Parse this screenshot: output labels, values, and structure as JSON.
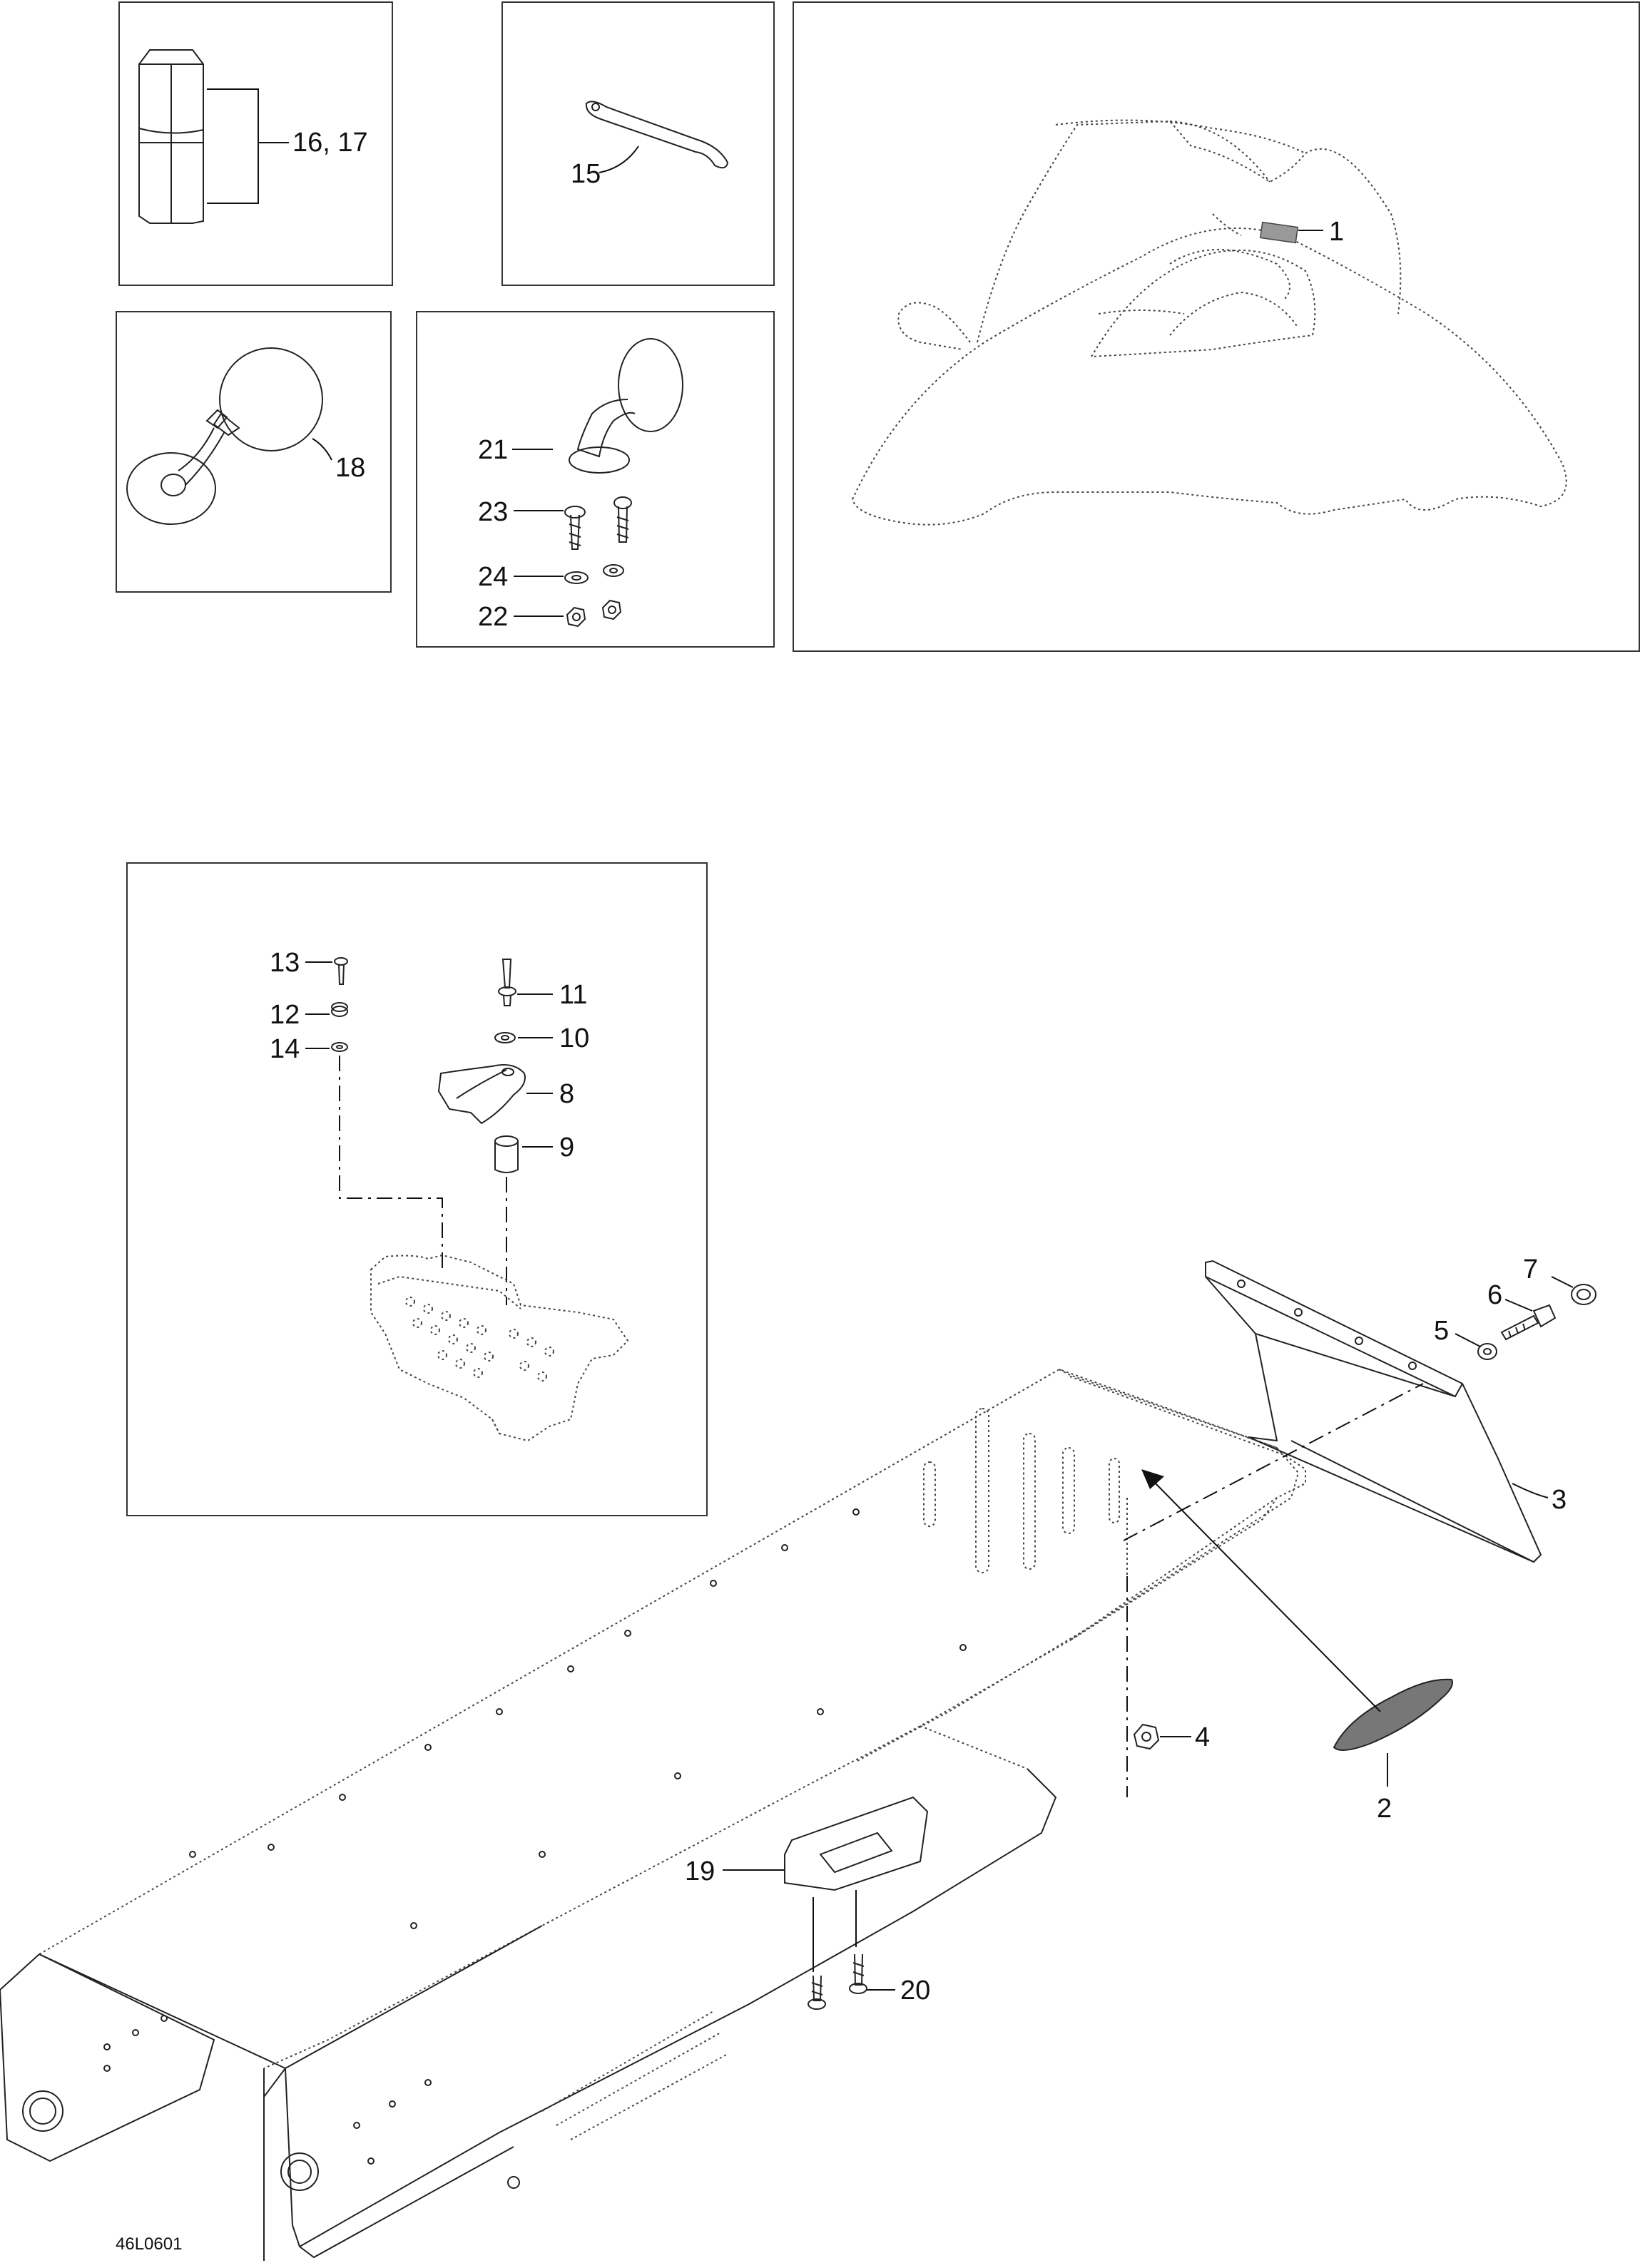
{
  "diagram_code": "46L0601",
  "callouts": {
    "c1": "1",
    "c2": "2",
    "c3": "3",
    "c4": "4",
    "c5": "5",
    "c6": "6",
    "c7": "7",
    "c8": "8",
    "c9": "9",
    "c10": "10",
    "c11": "11",
    "c12": "12",
    "c13": "13",
    "c14": "14",
    "c15": "15",
    "c16_17": "16, 17",
    "c18": "18",
    "c19": "19",
    "c20": "20",
    "c21": "21",
    "c22": "22",
    "c23": "23",
    "c24": "24"
  }
}
